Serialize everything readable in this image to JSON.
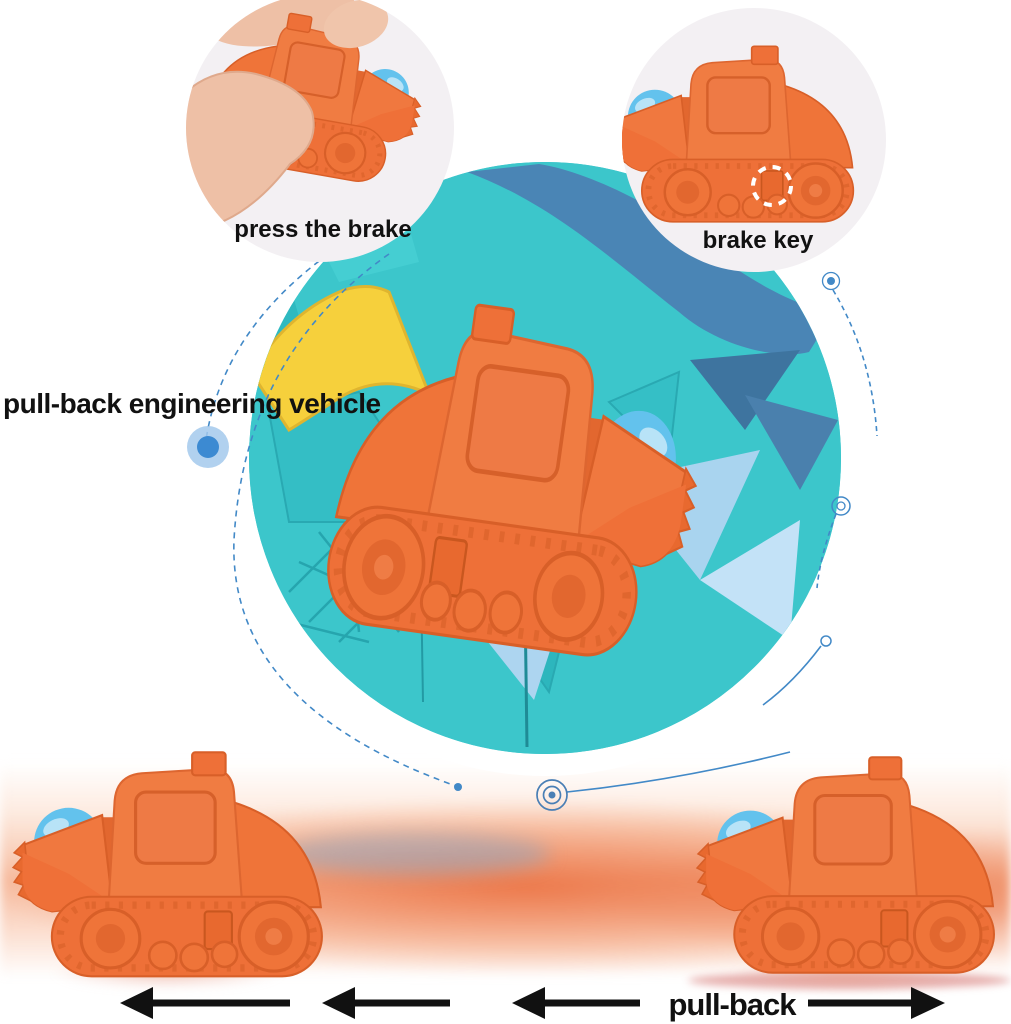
{
  "labels": {
    "press_brake": "press the brake",
    "brake_key": "brake key",
    "vehicle": "pull-back engineering vehicle",
    "pull_back": "pull-back"
  },
  "colors": {
    "toy_orange": "#ee7038",
    "toy_orange_dark": "#d85f28",
    "ball_blue": "#63c2ed",
    "board_teal": "#3cc6cb",
    "board_teal_dark": "#28aab3",
    "river_blue": "#4a85b5",
    "light_blue_piece": "#b5daf3",
    "yellow_piece": "#f6d03c",
    "arc_blue": "#4289c7",
    "pointer_dot_blue": "#3c8ad2",
    "pointer_halo_blue": "#a3c9ec",
    "motion_blur_orange": "#ea6937",
    "text_black": "#111111",
    "inset_background": "#f3f0f3",
    "hand_skin": "#eec0a6"
  },
  "icons": {
    "left_arrows_count": 3,
    "right_arrows_count": 1,
    "target_icon": "concentric-circles",
    "pointer": "blue-dot-with-halo",
    "brake_highlight": "white-dashed-circle"
  }
}
